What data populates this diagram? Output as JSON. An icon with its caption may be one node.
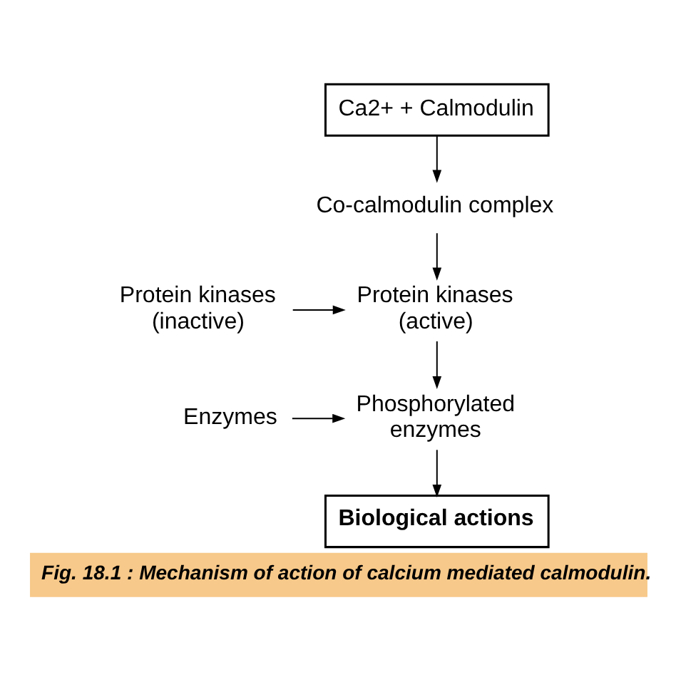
{
  "diagram": {
    "caption": "Fig. 18.1 : Mechanism of action of calcium mediated calmodulin.",
    "nodes": [
      {
        "text": [
          "Ca2+ + Calmodulin"
        ]
      },
      {
        "text": [
          "Co-calmodulin complex"
        ]
      },
      {
        "text": [
          "Protein kinases (inactive)"
        ]
      },
      {
        "text": [
          "Protein kinases (active)"
        ]
      },
      {
        "text": [
          "Enzymes"
        ]
      },
      {
        "text": [
          "Phosphorylated enzymes"
        ]
      },
      {
        "text": [
          "Biological actions"
        ]
      }
    ],
    "edges": [
      {
        "from": 0,
        "to": 1,
        "arrow": "to"
      },
      {
        "from": 1,
        "to": 3,
        "arrow": "to"
      },
      {
        "from": 2,
        "to": 3,
        "arrow": "to"
      },
      {
        "from": 3,
        "to": 5,
        "arrow": "to"
      },
      {
        "from": 4,
        "to": 5,
        "arrow": "to"
      },
      {
        "from": 5,
        "to": 6,
        "arrow": "to"
      }
    ]
  }
}
